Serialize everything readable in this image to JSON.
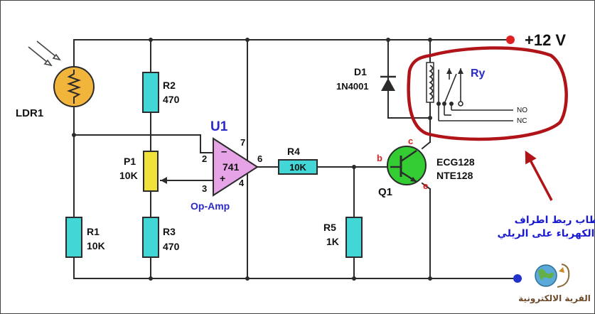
{
  "colors": {
    "wire": "#2b2b2b",
    "resistor_fill": "#43d6d6",
    "opamp_fill": "#e6a3e6",
    "transistor_fill": "#33cc33",
    "ldr_fill": "#f2b53c",
    "pot_fill": "#f0e23a",
    "supply_dot": "#e02020",
    "ground_dot": "#2233cc",
    "highlight": "#b01418",
    "note_text": "#1a1ad0",
    "label_blue": "#2a2ac8"
  },
  "supply": {
    "label": "+12 V"
  },
  "ldr": {
    "label": "LDR1",
    "icon": "light-rays-icon"
  },
  "r1": {
    "name": "R1",
    "value": "10K"
  },
  "r2": {
    "name": "R2",
    "value": "470"
  },
  "r3": {
    "name": "R3",
    "value": "470"
  },
  "r4": {
    "name": "R4",
    "value": "10K"
  },
  "r5": {
    "name": "R5",
    "value": "1K"
  },
  "p1": {
    "name": "P1",
    "value": "10K"
  },
  "opamp": {
    "designator": "U1",
    "part": "741",
    "type_label": "Op-Amp",
    "pin_inv": "2",
    "pin_noninv": "3",
    "pin_out": "6",
    "pin_vcc": "7",
    "pin_gnd": "4",
    "minus_sign": "–",
    "plus_sign": "+"
  },
  "diode": {
    "name": "D1",
    "part": "1N4001"
  },
  "transistor": {
    "name": "Q1",
    "part1": "ECG128",
    "part2": "NTE128",
    "base": "b",
    "collector": "c",
    "emitter": "e"
  },
  "relay": {
    "name": "Ry",
    "no": "NO",
    "nc": "NC"
  },
  "note": {
    "line1": "اقطاب ربط اطراف",
    "line2": "الكهرباء على الريلي"
  },
  "logo": {
    "text": "القرية الالكترونية",
    "icon": "globe-icon"
  }
}
